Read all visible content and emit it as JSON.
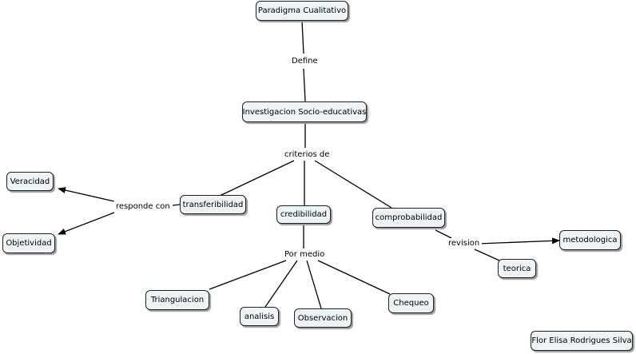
{
  "colors": {
    "node_fill": "#eef3f4",
    "node_border": "#222222",
    "line": "#000000",
    "background": "#ffffff"
  },
  "nodes": {
    "paradigma": "Paradigma Cualitativo",
    "investigacion": "Investigacion Socio-educativas",
    "transferibilidad": "transferibilidad",
    "credibilidad": "credibilidad",
    "comprobabilidad": "comprobabilidad",
    "veracidad": "Veracidad",
    "objetividad": "Objetividad",
    "metodologica": "metodologica",
    "teorica": "teorica",
    "triangulacion": "Triangulacion",
    "analisis": "analisis",
    "observacion": "Observacion",
    "chequeo": "Chequeo",
    "author": "Flor Elisa Rodrigues Silva"
  },
  "link_labels": {
    "define": "Define",
    "criterios_de": "criterios de",
    "responde_con": "responde con",
    "por_medio": "Por medio",
    "revision": "revision"
  }
}
